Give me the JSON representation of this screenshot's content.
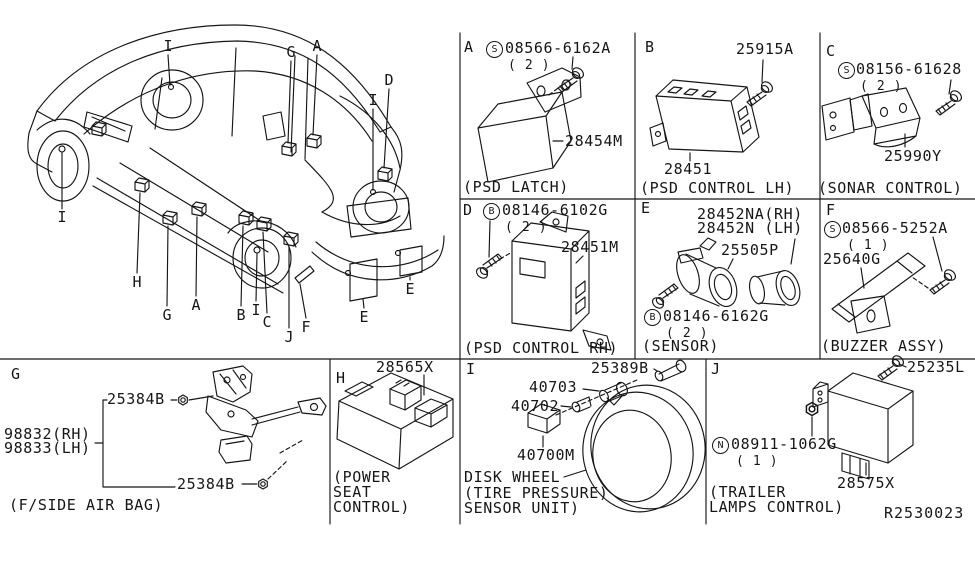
{
  "diagram_ref": "R2530023",
  "car": {
    "callouts": [
      {
        "label": "I"
      },
      {
        "label": "G"
      },
      {
        "label": "A"
      },
      {
        "label": "D"
      },
      {
        "label": "I"
      },
      {
        "label": "I"
      },
      {
        "label": "H"
      },
      {
        "label": "G"
      },
      {
        "label": "A"
      },
      {
        "label": "B"
      },
      {
        "label": "I"
      },
      {
        "label": "C"
      },
      {
        "label": "J"
      },
      {
        "label": "F"
      },
      {
        "label": "E"
      },
      {
        "label": "E"
      }
    ]
  },
  "sections": {
    "a": {
      "letter": "A",
      "symbol": "S",
      "part_number": "08566-6162A",
      "qty": "( 2 )",
      "component": "28454M",
      "caption": "(PSD LATCH)"
    },
    "b": {
      "letter": "B",
      "screw": "25915A",
      "component": "28451",
      "caption": "(PSD CONTROL LH)"
    },
    "c": {
      "letter": "C",
      "symbol": "S",
      "part_number": "08156-61628",
      "qty": "( 2 )",
      "component": "25990Y",
      "caption": "(SONAR CONTROL)"
    },
    "d": {
      "letter": "D",
      "symbol": "B",
      "part_number": "08146-6102G",
      "qty": "( 2 )",
      "component": "28451M",
      "caption": "(PSD CONTROL RH)"
    },
    "e": {
      "letter": "E",
      "part_rh": "28452NA(RH)",
      "part_lh": "28452N (LH)",
      "grommet": "25505P",
      "symbol": "B",
      "bolt": "08146-6162G",
      "qty": "( 2 )",
      "caption": "(SENSOR)"
    },
    "f": {
      "letter": "F",
      "symbol": "S",
      "part_number": "08566-5252A",
      "qty": "( 1 )",
      "component": "25640G",
      "caption": "(BUZZER ASSY)"
    },
    "g": {
      "letter": "G",
      "nut_top": "25384B",
      "part_rh": "98832(RH)",
      "part_lh": "98833(LH)",
      "nut_bottom": "25384B",
      "caption": "(F/SIDE AIR BAG)"
    },
    "h": {
      "letter": "H",
      "component": "28565X",
      "caption_line1": "(POWER",
      "caption_line2": "SEAT",
      "caption_line3": "CONTROL)"
    },
    "i": {
      "letter": "I",
      "valve_cap": "25389B",
      "valve": "40703",
      "valve_core": "40702",
      "sensor": "40700M",
      "caption_line1": "DISK WHEEL",
      "caption_line2": "(TIRE PRESSURE)",
      "caption_line3": "SENSOR UNIT)"
    },
    "j": {
      "letter": "J",
      "screw": "25235L",
      "symbol": "N",
      "nut": "08911-1062G",
      "qty": "( 1 )",
      "component": "28575X",
      "caption_line1": "(TRAILER",
      "caption_line2": "LAMPS CONTROL)"
    }
  }
}
